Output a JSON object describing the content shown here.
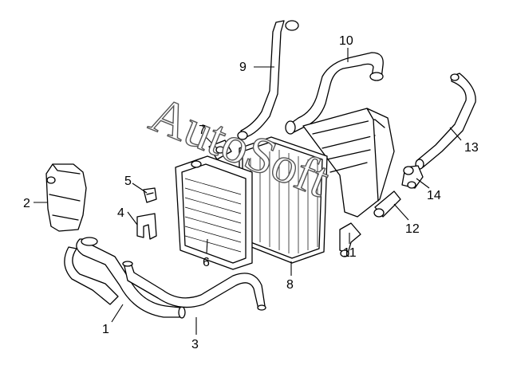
{
  "watermark": {
    "text": "AutoSoft"
  },
  "callouts": [
    {
      "id": "1",
      "label": "1"
    },
    {
      "id": "2",
      "label": "2"
    },
    {
      "id": "3",
      "label": "3"
    },
    {
      "id": "4",
      "label": "4"
    },
    {
      "id": "5",
      "label": "5"
    },
    {
      "id": "6",
      "label": "6"
    },
    {
      "id": "7",
      "label": "7"
    },
    {
      "id": "8",
      "label": "8"
    },
    {
      "id": "9",
      "label": "9"
    },
    {
      "id": "10",
      "label": "10"
    },
    {
      "id": "11",
      "label": "11"
    },
    {
      "id": "12",
      "label": "12"
    },
    {
      "id": "13",
      "label": "13"
    },
    {
      "id": "14",
      "label": "14"
    }
  ]
}
